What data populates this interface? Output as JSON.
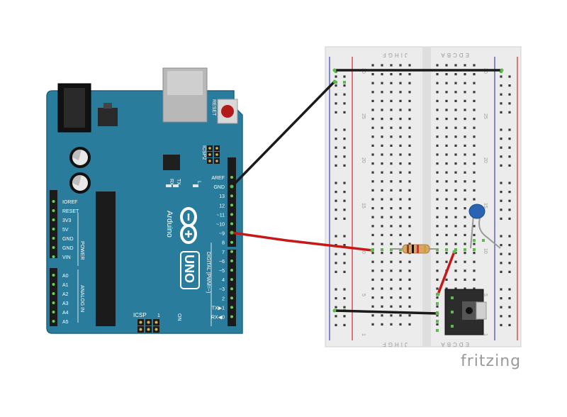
{
  "colors": {
    "board": "#2a7c9c",
    "board_dark": "#1f6380",
    "board_text": "#ffffff",
    "header": "#1b1b1b",
    "breadboard": "#ececec",
    "breadboard_mid": "#dedede",
    "hole": "#3a3a3a",
    "hole_active": "#5fb84d",
    "rail_red": "#d8262b",
    "rail_blue": "#3a46b6",
    "wire_black": "#1a1a1a",
    "wire_red": "#c71818",
    "resistor": "#d9a66a",
    "capacitor": "#2b63b3",
    "jack": "#2c2c2c",
    "watermark": "#9a9a9a"
  },
  "arduino": {
    "brand": "Arduino",
    "model": "UNO",
    "reset_label": "RESET",
    "icsp2_label": "ICSP2",
    "icsp_label": "ICSP",
    "tx_label": "TX",
    "rx_label": "RX",
    "l_label": "L",
    "on_label": "ON",
    "one_label": "1",
    "power_label": "POWER",
    "analog_label": "ANALOG IN",
    "digital_label": "DIGITAL (PWM=~)",
    "left_pins": [
      "IOREF",
      "RESET",
      "3V3",
      "5V",
      "GND",
      "GND",
      "VIN"
    ],
    "analog_pins": [
      "A0",
      "A1",
      "A2",
      "A3",
      "A4",
      "A5"
    ],
    "right_pins": [
      "AREF",
      "GND",
      "13",
      "12",
      "~11",
      "~10",
      "~9",
      "8",
      "7",
      "~6",
      "~5",
      "4",
      "~3",
      "2",
      "TX▶1",
      "RX◀0"
    ]
  },
  "breadboard": {
    "col_numbers": [
      "30",
      "25",
      "20",
      "15",
      "10",
      "5",
      "1"
    ],
    "row_letters_top": "JIHGF",
    "row_letters_mid": "EDCBA"
  },
  "components": {
    "resistor": "resistor",
    "capacitor": "ceramic capacitor",
    "jack": "audio jack"
  },
  "watermark": "fritzing"
}
